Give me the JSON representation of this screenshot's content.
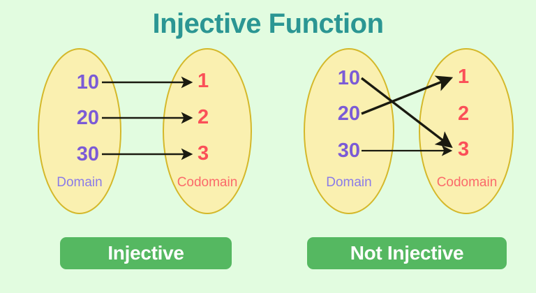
{
  "page": {
    "title": "Injective Function",
    "background_color": "#E2FCE0",
    "title_color": "#2B9693"
  },
  "colors": {
    "ellipse_fill": "#FAF0B0",
    "ellipse_stroke": "#D4B82A",
    "domain_number": "#7B5BD6",
    "codomain_number": "#FA5058",
    "domain_label": "#8A7BE8",
    "codomain_label": "#FB6A6A",
    "arrow": "#1A1A10",
    "badge_green": "#55B861",
    "badge_text": "#FFFFFF"
  },
  "diagrams": [
    {
      "id": "left",
      "domain": {
        "label": "Domain",
        "items": [
          "10",
          "20",
          "30"
        ]
      },
      "codomain": {
        "label": "Codomain",
        "items": [
          "1",
          "2",
          "3"
        ]
      },
      "mappings": [
        {
          "from": "10",
          "to": "1"
        },
        {
          "from": "20",
          "to": "2"
        },
        {
          "from": "30",
          "to": "3"
        }
      ],
      "badge": "Injective"
    },
    {
      "id": "right",
      "domain": {
        "label": "Domain",
        "items": [
          "10",
          "20",
          "30"
        ]
      },
      "codomain": {
        "label": "Codomain",
        "items": [
          "1",
          "2",
          "3"
        ]
      },
      "mappings": [
        {
          "from": "10",
          "to": "3"
        },
        {
          "from": "20",
          "to": "1"
        },
        {
          "from": "30",
          "to": "3"
        }
      ],
      "badge": "Not Injective"
    }
  ]
}
